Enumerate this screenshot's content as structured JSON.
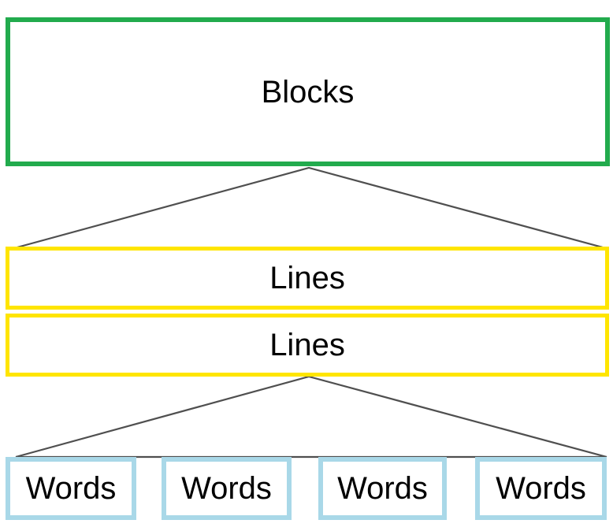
{
  "colors": {
    "background": "#ffffff",
    "text": "#000000",
    "connector": "#4f4f4f",
    "blocks-border": "#22ab4d",
    "lines-border": "#ffe500",
    "words-border": "#a9d8e8"
  },
  "nodes": {
    "root": {
      "label": "Blocks"
    },
    "middle": [
      {
        "label": "Lines"
      },
      {
        "label": "Lines"
      }
    ],
    "leaves": [
      {
        "label": "Words"
      },
      {
        "label": "Words"
      },
      {
        "label": "Words"
      },
      {
        "label": "Words"
      }
    ]
  }
}
